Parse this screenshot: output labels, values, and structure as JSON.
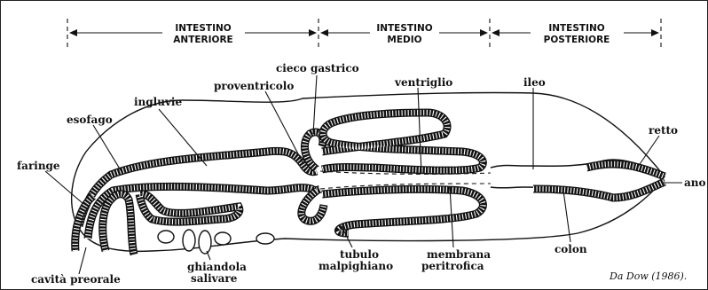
{
  "sections": [
    {
      "line1": "INTESTINO",
      "line2": "ANTERIORE"
    },
    {
      "line1": "INTESTINO",
      "line2": "MEDIO"
    },
    {
      "line1": "INTESTINO",
      "line2": "POSTERIORE"
    }
  ],
  "labels": {
    "faringe": "faringe",
    "esofago": "esofago",
    "ingluvie": "ingluvie",
    "proventricolo": "proventricolo",
    "cieco_gastrico": "cieco gastrico",
    "ventriglio": "ventriglio",
    "ileo": "ileo",
    "retto": "retto",
    "ano": "ano",
    "colon": "colon",
    "membrana_1": "membrana",
    "membrana_2": "peritrofica",
    "tubulo_1": "tubulo",
    "tubulo_2": "malpighiano",
    "ghiandola_1": "ghiandola",
    "ghiandola_2": "salivare",
    "cavita_preorale": "cavità preorale"
  },
  "credit": "Da Dow (1986)."
}
